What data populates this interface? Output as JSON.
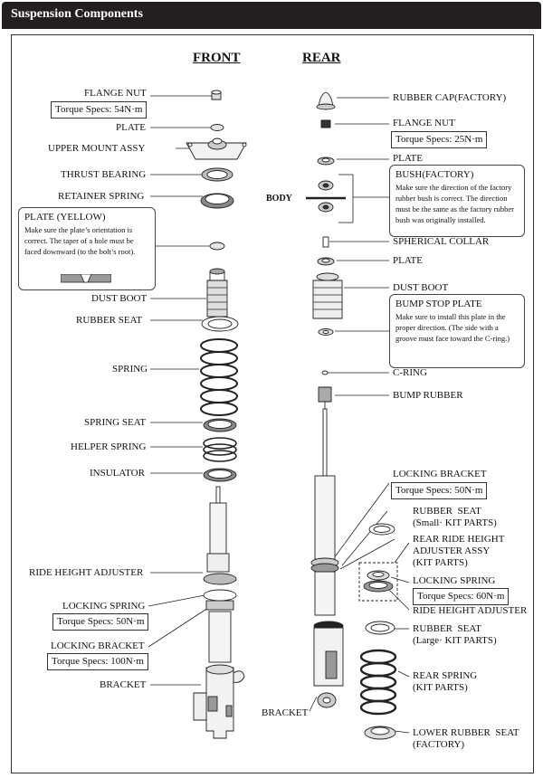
{
  "header": {
    "title": "Suspension Components"
  },
  "sections": {
    "front": "FRONT",
    "rear": "REAR"
  },
  "front": {
    "flange_nut": "FLANGE NUT",
    "flange_nut_torque": "Torque Specs: 54N·m",
    "plate": "PLATE",
    "upper_mount": "UPPER MOUNT ASSY",
    "thrust_bearing": "THRUST BEARING",
    "retainer_spring": "RETAINER SPRING",
    "plate_yellow_title": "PLATE (YELLOW)",
    "plate_yellow_note": "Make sure the plate’s orientation is correct. The taper of a hole must be faced downward (to the bolt’s root).",
    "dust_boot": "DUST BOOT",
    "rubber_seat": "RUBBER  SEAT",
    "spring": "SPRING",
    "spring_seat": "SPRING SEAT",
    "helper_spring": "HELPER SPRING",
    "insulator": "INSULATOR",
    "ride_height_adjuster": "RIDE HEIGHT ADJUSTER",
    "locking_spring": "LOCKING SPRING",
    "locking_spring_torque": "Torque Specs: 50N·m",
    "locking_bracket": "LOCKING BRACKET",
    "locking_bracket_torque": "Torque Specs: 100N·m",
    "bracket": "BRACKET"
  },
  "rear": {
    "rubber_cap": "RUBBER CAP(FACTORY)",
    "flange_nut": "FLANGE NUT",
    "flange_nut_torque": "Torque Specs: 25N·m",
    "plate": "PLATE",
    "bush_title": "BUSH(FACTORY)",
    "bush_note": "Make sure the direction of the factory rubber bush is correct. The direction must be the same as the factory rubber bush was originally installed.",
    "body": "BODY",
    "spherical_collar": "SPHERICAL COLLAR",
    "plate2": "PLATE",
    "dust_boot": "DUST BOOT",
    "bump_stop_title": "BUMP STOP PLATE",
    "bump_stop_note": "Make sure to install this plate in the proper direction. (The side with a groove must face toward the C-ring.)",
    "c_ring": "C-RING",
    "bump_rubber": "BUMP RUBBER",
    "locking_bracket": "LOCKING BRACKET",
    "locking_bracket_torque": "Torque Specs: 50N·m",
    "rubber_seat_small": "RUBBER  SEAT\n(Small· KIT PARTS)",
    "rear_adjuster": "REAR RIDE HEIGHT\nADJUSTER ASSY\n(KIT PARTS)",
    "locking_spring": "LOCKING SPRING",
    "locking_spring_torque": "Torque Specs: 60N·m",
    "ride_height_adjuster": "RIDE HEIGHT ADJUSTER",
    "rubber_seat_large": "RUBBER  SEAT\n(Large· KIT PARTS)",
    "rear_spring": "REAR SPRING\n(KIT PARTS)",
    "bracket": "BRACKET",
    "lower_rubber_seat": "LOWER RUBBER  SEAT\n(FACTORY)"
  }
}
